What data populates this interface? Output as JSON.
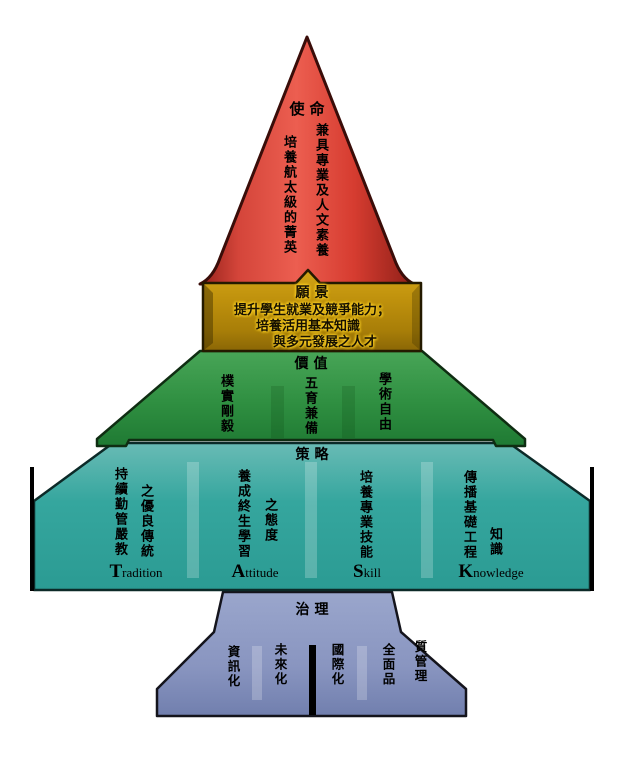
{
  "mission": {
    "title": "使命",
    "column_right": "兼具專業及人文素養",
    "column_left": "培養航太級的菁英"
  },
  "vision": {
    "title": "願景",
    "line1": "提升學生就業及競爭能力；",
    "line2": "培養活用基本知識",
    "line3": "與多元發展之人才"
  },
  "values": {
    "title": "價值",
    "item1": "樸實剛毅",
    "item2": "五育兼備",
    "item3": "學術自由"
  },
  "strategy": {
    "title": "策略",
    "columns": [
      {
        "primary": "持續勤管嚴教",
        "secondary": "之優良傳統",
        "initial": "T",
        "rest": "radition"
      },
      {
        "primary": "養成終生學習",
        "secondary": "之態度",
        "initial": "A",
        "rest": "ttitude"
      },
      {
        "primary": "培養專業技能",
        "secondary": "",
        "initial": "S",
        "rest": "kill"
      },
      {
        "primary": "傳播基礎工程",
        "secondary": "知識",
        "initial": "K",
        "rest": "nowledge"
      }
    ]
  },
  "governance": {
    "title": "治理",
    "item1": "資訊化",
    "item2": "未來化",
    "item3": "國際化",
    "item4_left": "全面品",
    "item4_right": "質管理"
  },
  "colors": {
    "mission_red": "#d8443a",
    "vision_gold": "#bb8d0c",
    "values_green": "#2f8f41",
    "strategy_teal": "#2ba19a",
    "governance_blue": "#8e9cc5",
    "outline": "#111111"
  }
}
